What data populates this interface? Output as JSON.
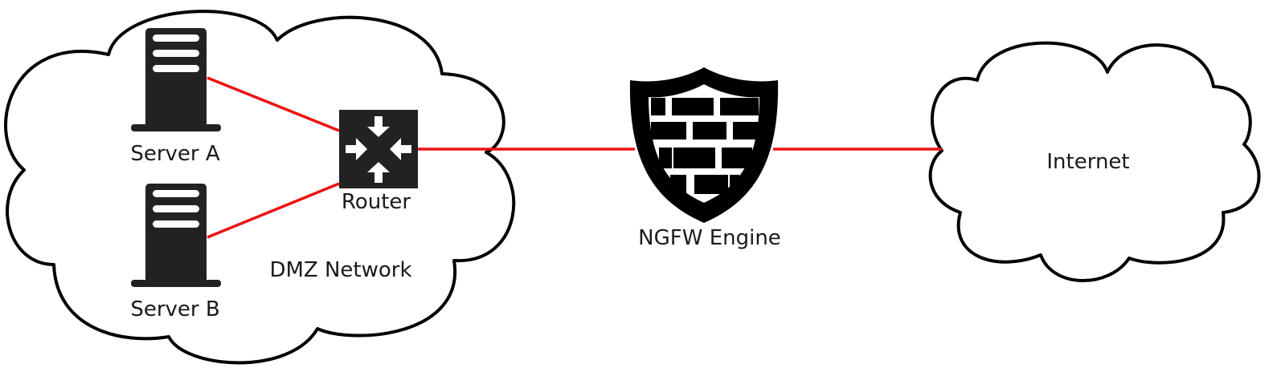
{
  "diagram": {
    "nodes": {
      "server_a": {
        "label": "Server A"
      },
      "server_b": {
        "label": "Server B"
      },
      "router": {
        "label": "Router"
      },
      "dmz": {
        "label": "DMZ Network"
      },
      "ngfw": {
        "label": "NGFW Engine"
      },
      "internet": {
        "label": "Internet"
      }
    },
    "colors": {
      "link": "#ee1111",
      "icon": "#222222",
      "outline": "#000000"
    }
  }
}
